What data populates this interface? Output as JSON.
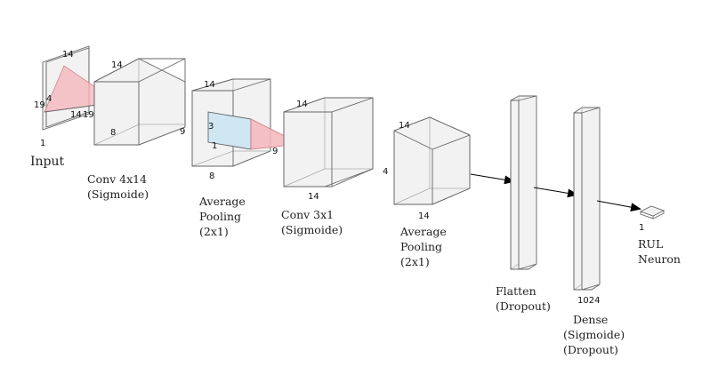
{
  "diagram": {
    "input": {
      "label": "Input",
      "dims": {
        "top": "14",
        "left": "19",
        "inner": "4",
        "bottom_a": "14",
        "bottom_b": "19",
        "depth": "1"
      }
    },
    "conv1": {
      "label_line1": "Conv 4x14",
      "label_line2": "(Sigmoide)",
      "dims": {
        "top": "14",
        "depth": "8",
        "right": "9"
      }
    },
    "pool1": {
      "label_line1": "Average",
      "label_line2": "Pooling",
      "label_line3": "(2x1)",
      "dims": {
        "top": "14",
        "depth": "8",
        "kernel_h": "3",
        "kernel_w": "1",
        "right": "9"
      }
    },
    "conv2": {
      "label_line1": "Conv 3x1",
      "label_line2": "(Sigmoide)",
      "dims": {
        "top": "14",
        "depth": "14",
        "right": "4"
      }
    },
    "pool2": {
      "label_line1": "Average",
      "label_line2": "Pooling",
      "label_line3": "(2x1)",
      "dims": {
        "top": "14",
        "depth": "14"
      }
    },
    "flatten": {
      "label_line1": "Flatten",
      "label_line2": "(Dropout)"
    },
    "dense": {
      "label_line1": "Dense",
      "label_line2": "(Sigmoide)",
      "label_line3": "(Dropout)",
      "dims": {
        "size": "1024"
      }
    },
    "output": {
      "label_line1": "RUL",
      "label_line2": "Neuron",
      "dims": {
        "size": "1"
      }
    },
    "colors": {
      "kernel_red": "#f4b6bd",
      "kernel_blue": "#cfe6f3",
      "edge": "#666666",
      "arrow": "#000000"
    }
  }
}
